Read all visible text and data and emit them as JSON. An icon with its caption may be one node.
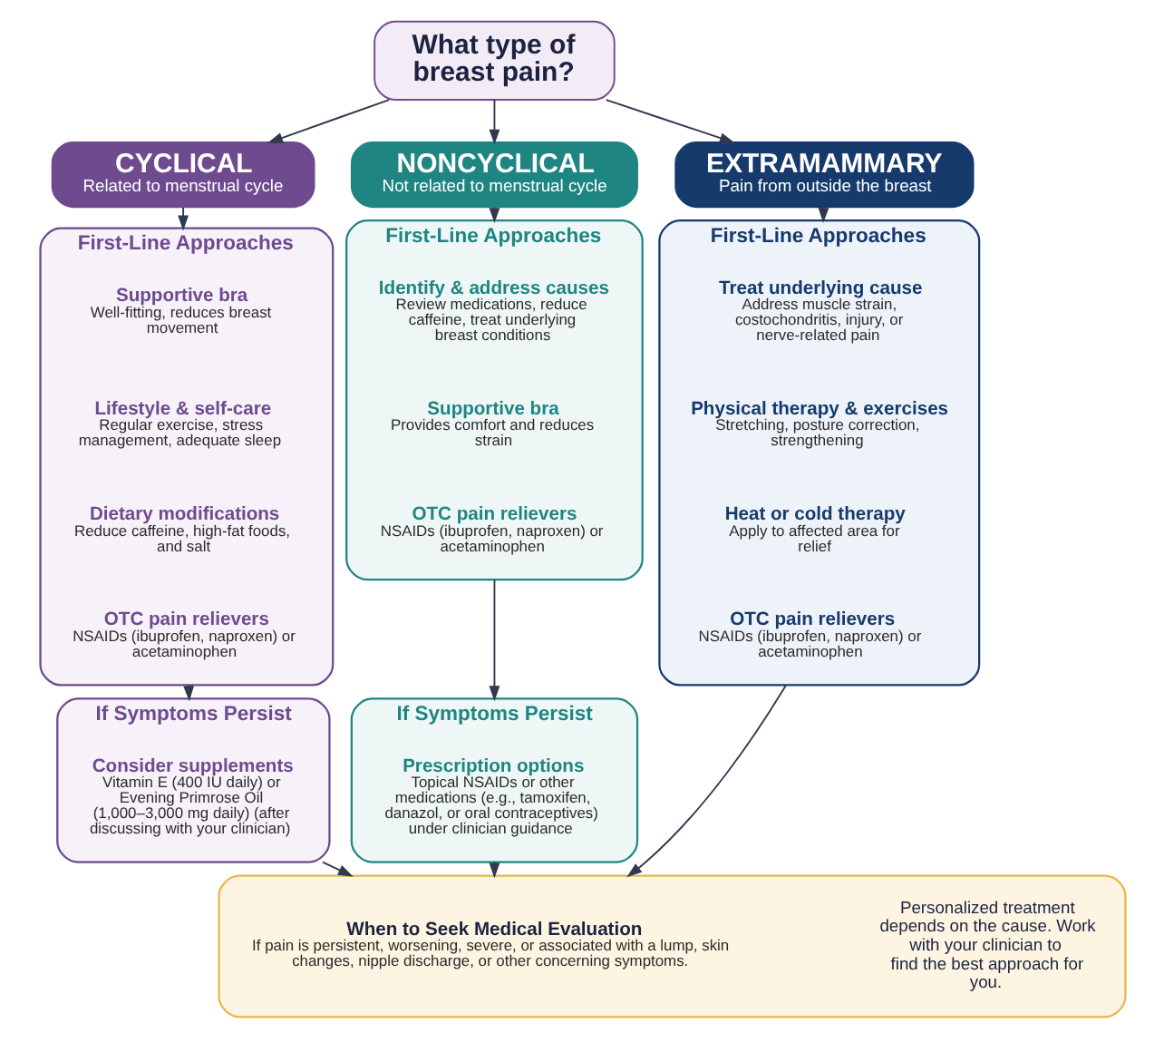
{
  "diagram": {
    "nodes": [
      {
        "text": [
          "What type of breast pain?"
        ]
      },
      {
        "text": [
          "CYCLICAL",
          "Related to menstrual cycle"
        ]
      },
      {
        "text": [
          "NONCYCLICAL",
          "Not related to menstrual cycle"
        ]
      },
      {
        "text": [
          "EXTRAMAMMARY",
          "Pain from outside the breast"
        ]
      },
      {
        "text": [
          "First-Line Approaches"
        ]
      },
      {
        "text": [
          "Supportive bra",
          "Well-fitting, reduces breast movement"
        ],
        "in": 4
      },
      {
        "text": [
          "Lifestyle & self-care",
          "Regular exercise, stress management, adequate sleep"
        ],
        "in": 4
      },
      {
        "text": [
          "Dietary modifications",
          "Reduce caffeine, high-fat foods, and salt"
        ],
        "in": 4
      },
      {
        "text": [
          "OTC pain relievers",
          "NSAIDs (ibuprofen, naproxen) or acetaminophen"
        ],
        "in": 4
      },
      {
        "text": [
          "If Symptoms Persist"
        ]
      },
      {
        "text": [
          "Consider supplements",
          "Vitamin E (400 IU daily) or Evening Primrose Oil (1,000–3,000 mg daily) (after discussing with your clinician)"
        ],
        "in": 9
      },
      {
        "text": [
          "First-Line Approaches"
        ]
      },
      {
        "text": [
          "Identify & address causes",
          "Review medications, reduce caffeine, treat underlying breast conditions"
        ],
        "in": 11
      },
      {
        "text": [
          "Supportive bra",
          "Provides comfort and reduces strain"
        ],
        "in": 11
      },
      {
        "text": [
          "OTC pain relievers",
          "NSAIDs (ibuprofen, naproxen) or acetaminophen"
        ],
        "in": 11
      },
      {
        "text": [
          "If Symptoms Persist"
        ]
      },
      {
        "text": [
          "Prescription options",
          "Topical NSAIDs or other medications (e.g., tamoxifen, danazol, or oral contraceptives) under clinician guidance"
        ],
        "in": 15
      },
      {
        "text": [
          "First-Line Approaches"
        ]
      },
      {
        "text": [
          "Treat underlying cause",
          "Address muscle strain, costochondritis, injury, or nerve-related pain"
        ],
        "in": 17
      },
      {
        "text": [
          "Physical therapy & exercises",
          "Stretching, posture correction, strengthening"
        ],
        "in": 17
      },
      {
        "text": [
          "Heat or cold therapy",
          "Apply to affected area for relief"
        ],
        "in": 17
      },
      {
        "text": [
          "OTC pain relievers",
          "NSAIDs (ibuprofen, naproxen) or acetaminophen"
        ],
        "in": 17
      },
      {
        "text": [],
        "shape": "box"
      },
      {
        "text": [
          "When to Seek Medical Evaluation",
          "If pain is persistent, worsening, severe, or associated with a lump, skin changes, nipple discharge, or other concerning symptoms."
        ],
        "in": 22
      },
      {
        "text": [
          "Personalized treatment depends on the cause. Work with your clinician to find the best approach for you."
        ],
        "in": 22
      }
    ],
    "edges": [
      {
        "from": 0,
        "to": 1,
        "arrow": "to"
      },
      {
        "from": 0,
        "to": 2,
        "arrow": "to"
      },
      {
        "from": 0,
        "to": 3,
        "arrow": "to"
      },
      {
        "from": 1,
        "to": 4,
        "arrow": "to"
      },
      {
        "from": 2,
        "to": 11,
        "arrow": "to"
      },
      {
        "from": 3,
        "to": 17,
        "arrow": "to"
      },
      {
        "from": 4,
        "to": 9,
        "arrow": "to"
      },
      {
        "from": 11,
        "to": 15,
        "arrow": "to"
      },
      {
        "from": 9,
        "to": 22,
        "arrow": "to"
      },
      {
        "from": 15,
        "to": 22,
        "arrow": "to"
      },
      {
        "from": 17,
        "to": 22,
        "arrow": "to"
      }
    ]
  }
}
